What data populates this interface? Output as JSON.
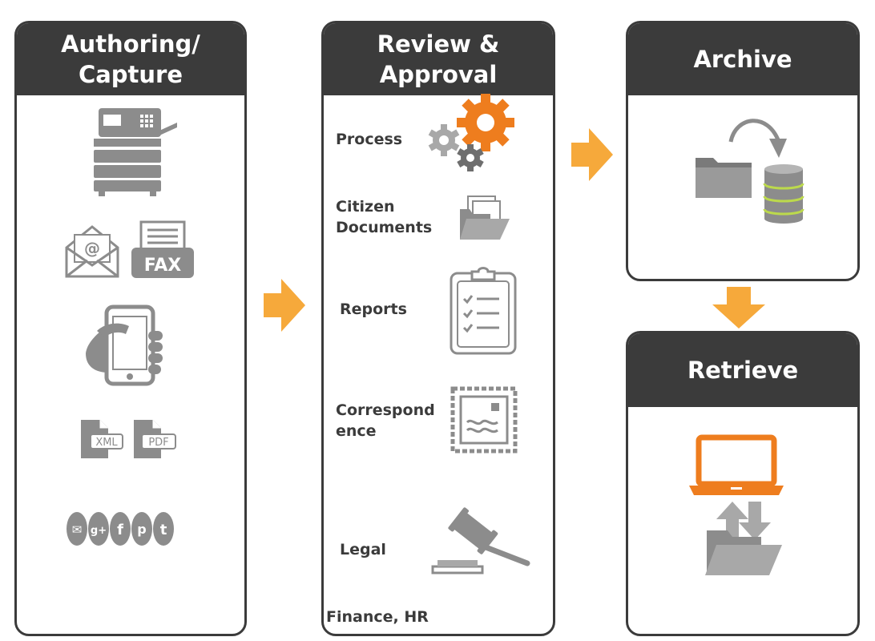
{
  "colors": {
    "header": "#3b3b3b",
    "icon_gray": "#8c8c8c",
    "accent_orange": "#ee7d1e",
    "arrow_orange": "#f6a93b",
    "db_green": "#bcd94c"
  },
  "panels": {
    "authoring": {
      "title": "Authoring/\nCapture",
      "icons": [
        "multifunction-printer-icon",
        "email-icon",
        "fax-icon",
        "mobile-phone-icon",
        "xml-file-icon",
        "pdf-file-icon",
        "social-media-icons"
      ],
      "fax_text": "FAX",
      "email_symbol": "@",
      "xml_text": "XML",
      "pdf_text": "PDF",
      "social_glyphs": [
        "✉",
        "g+",
        "f",
        "p",
        "t"
      ]
    },
    "review": {
      "title": "Review &\nApproval",
      "items": [
        {
          "label": "Process",
          "icon": "gears-icon"
        },
        {
          "label": "Citizen\nDocuments",
          "icon": "folder-documents-icon"
        },
        {
          "label": "Reports",
          "icon": "clipboard-checklist-icon"
        },
        {
          "label": "Correspond\nence",
          "icon": "postage-stamp-icon"
        },
        {
          "label": "Legal",
          "icon": "gavel-icon"
        }
      ],
      "footer": "Finance, HR"
    },
    "archive": {
      "title": "Archive",
      "icons": [
        "folder-icon",
        "curved-arrow-icon",
        "database-icon"
      ]
    },
    "retrieve": {
      "title": "Retrieve",
      "icons": [
        "laptop-icon",
        "upload-download-folder-icon"
      ]
    }
  },
  "arrows": [
    "right",
    "right",
    "down"
  ]
}
